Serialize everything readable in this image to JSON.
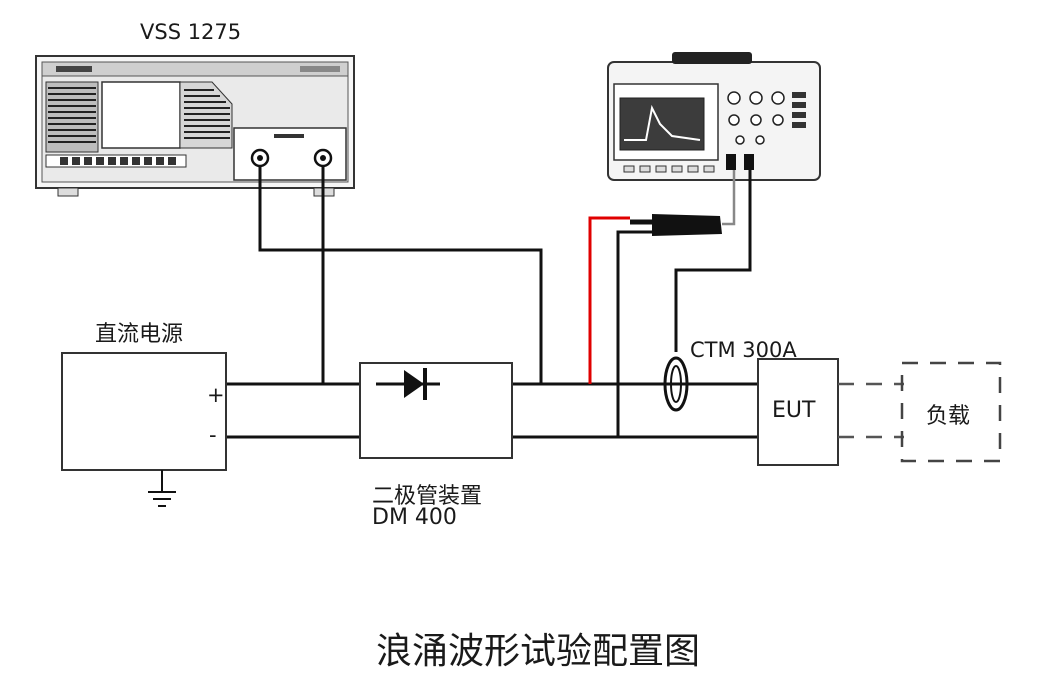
{
  "labels": {
    "generator": "VSS 1275",
    "dc_supply": "直流电源",
    "plus": "+",
    "minus": "-",
    "diode_device": "二极管装置",
    "diode_model": "DM 400",
    "probe": "CTM 300A",
    "eut": "EUT",
    "load": "负载",
    "caption": "浪涌波形试验配置图"
  },
  "colors": {
    "wire": "#111111",
    "voltage_probe": "#e00000",
    "device_outline": "#333333",
    "device_fill": "#f4f4f4"
  }
}
